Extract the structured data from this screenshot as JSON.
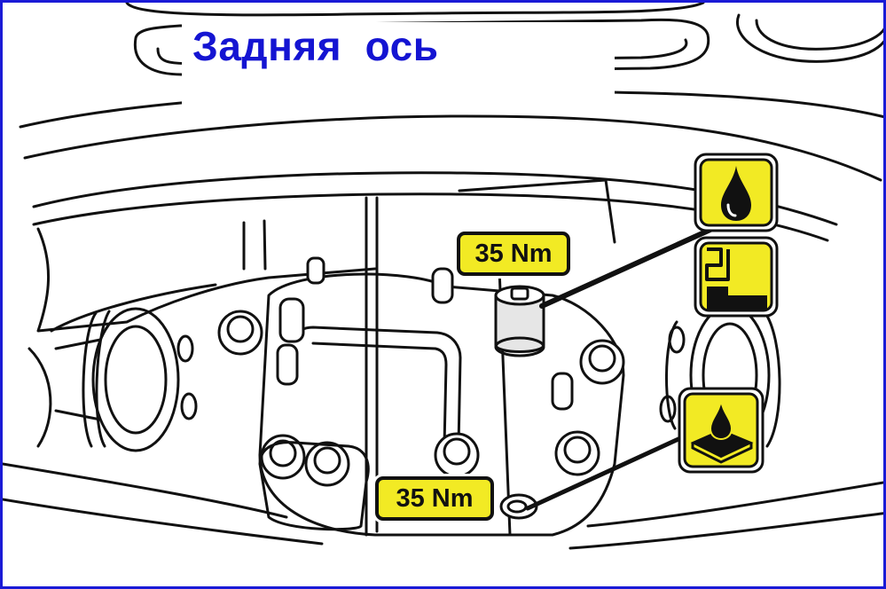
{
  "title": "Задняя  ось",
  "annotations": {
    "torque_upper": "35 Nm",
    "torque_lower": "35 Nm"
  },
  "icons": {
    "upper_stack": [
      "oil-drop-icon",
      "fill-level-icon"
    ],
    "lower": "oil-drain-icon"
  },
  "colors": {
    "frame": "#1a1ad6",
    "title": "#1414d2",
    "badge_fill": "#f2ea24",
    "outline": "#111111"
  }
}
